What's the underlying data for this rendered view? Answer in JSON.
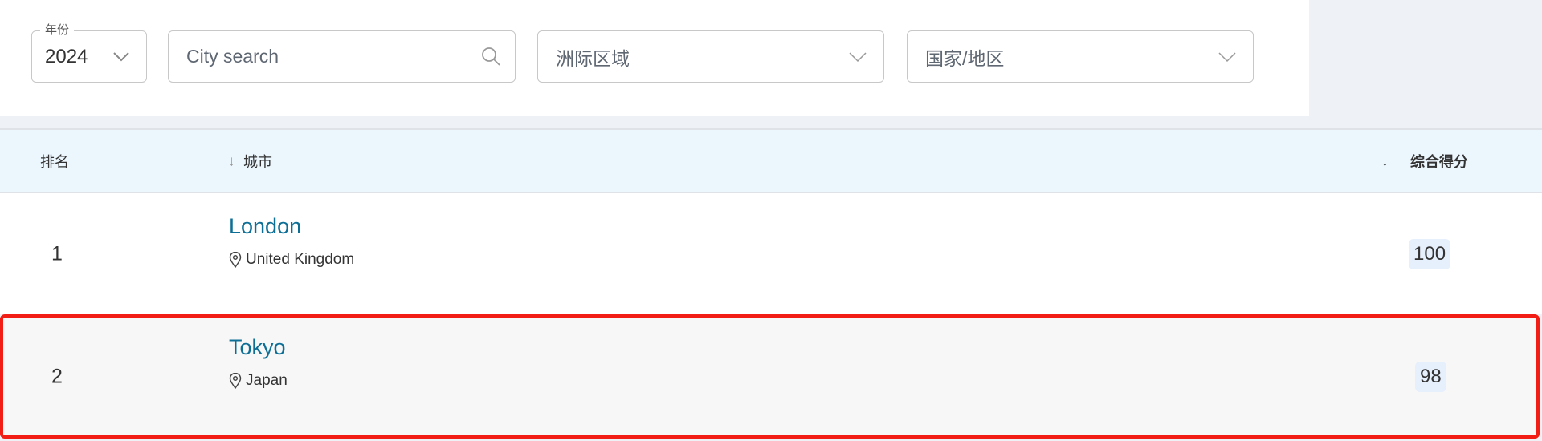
{
  "filters": {
    "year_label": "年份",
    "year_value": "2024",
    "city_search_placeholder": "City search",
    "region_placeholder": "洲际区域",
    "country_placeholder": "国家/地区"
  },
  "table": {
    "headers": {
      "rank": "排名",
      "city_arrow": "↓",
      "city": "城市",
      "score_arrow": "↓",
      "score": "综合得分"
    },
    "rows": [
      {
        "rank": "1",
        "city": "London",
        "country": "United Kingdom",
        "score": "100"
      },
      {
        "rank": "2",
        "city": "Tokyo",
        "country": "Japan",
        "score": "98"
      }
    ]
  },
  "colors": {
    "link": "#0e6f96",
    "highlight_border": "#f21d14",
    "header_bg": "#ebf6fd",
    "badge_bg": "#e6effc"
  }
}
